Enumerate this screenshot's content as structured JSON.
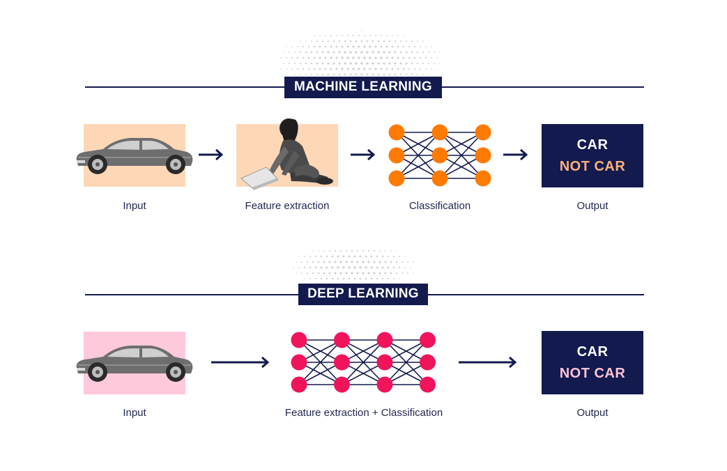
{
  "colors": {
    "navy": "#121a4e",
    "orange": "#ff7a00",
    "pink": "#f0145a",
    "peach": "#fdd7b6",
    "light_pink": "#ffc9dc",
    "not_car_orange": "#ffb07a",
    "not_car_pink": "#ffc2d4"
  },
  "machine_learning": {
    "title": "MACHINE LEARNING",
    "steps": {
      "input": "Input",
      "feature_extraction": "Feature extraction",
      "classification": "Classification",
      "output": "Output"
    },
    "output_box": {
      "line1": "CAR",
      "line2": "NOT CAR"
    },
    "network": {
      "layers": 3,
      "nodes_per_layer": 3,
      "color": "orange"
    }
  },
  "deep_learning": {
    "title": "DEEP LEARNING",
    "steps": {
      "input": "Input",
      "feature_extraction_classification": "Feature extraction + Classification",
      "output": "Output"
    },
    "output_box": {
      "line1": "CAR",
      "line2": "NOT CAR"
    },
    "network": {
      "layers": 4,
      "nodes_per_layer": 3,
      "color": "pink"
    }
  },
  "icons": {
    "car": "car-photo",
    "person": "person-with-laptop-photo",
    "arrow": "right-arrow-icon",
    "network": "neural-network-icon"
  }
}
